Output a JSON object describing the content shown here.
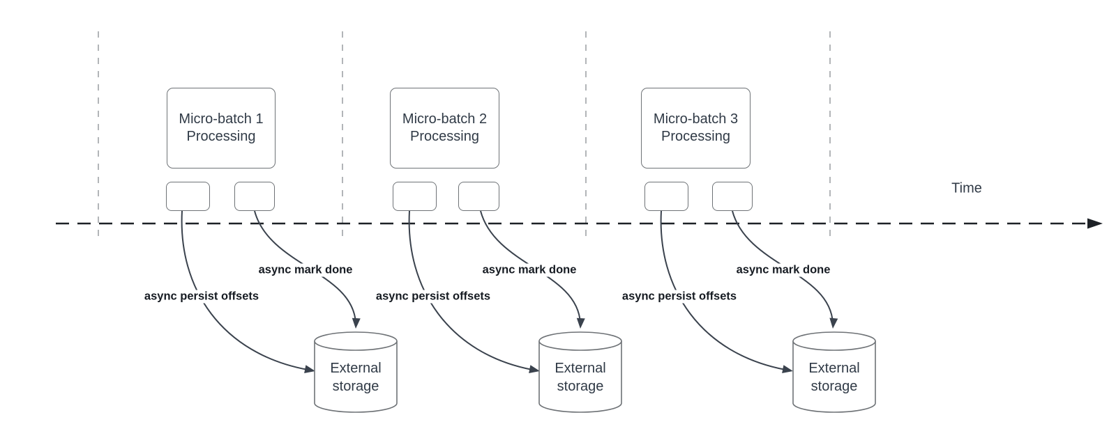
{
  "time_axis": {
    "label": "Time"
  },
  "groups": [
    {
      "box_line1": "Micro-batch 1",
      "box_line2": "Processing",
      "persist_arrow_label": "async persist offsets",
      "mark_done_arrow_label": "async mark done",
      "storage_line1": "External",
      "storage_line2": "storage"
    },
    {
      "box_line1": "Micro-batch 2",
      "box_line2": "Processing",
      "persist_arrow_label": "async persist offsets",
      "mark_done_arrow_label": "async mark done",
      "storage_line1": "External",
      "storage_line2": "storage"
    },
    {
      "box_line1": "Micro-batch 3",
      "box_line2": "Processing",
      "persist_arrow_label": "async persist offsets",
      "mark_done_arrow_label": "async mark done",
      "storage_line1": "External",
      "storage_line2": "storage"
    }
  ],
  "colors": {
    "guide": "#aaadb1",
    "timeline": "#1d2126",
    "edge": "#3a424d",
    "shape_stroke": "#6e7276",
    "shape_text": "#303a46",
    "label_text": "#161b22",
    "bg": "#ffffff"
  }
}
